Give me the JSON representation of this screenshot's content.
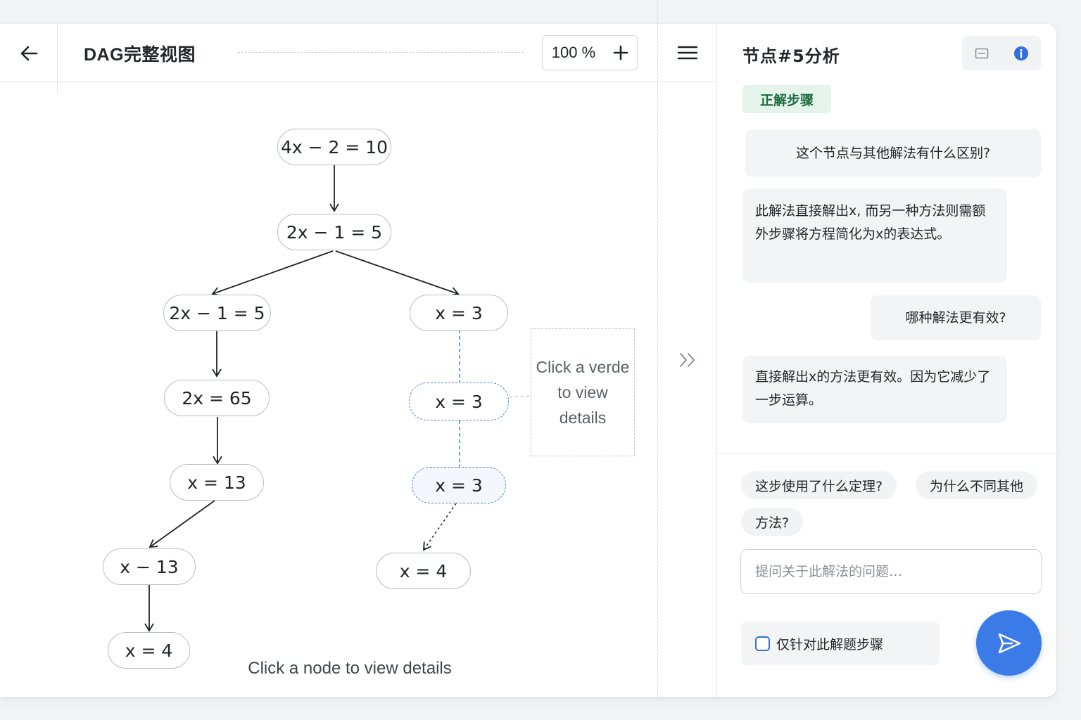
{
  "header": {
    "title": "DAG完整视图",
    "zoom": "100 %"
  },
  "graph": {
    "nodes": [
      {
        "id": "n1",
        "label": "4x − 2 = 10"
      },
      {
        "id": "n2",
        "label": "2x − 1 = 5"
      },
      {
        "id": "n3",
        "label": "2x − 1 = 5"
      },
      {
        "id": "n4",
        "label": "x = 3"
      },
      {
        "id": "n5",
        "label": "2x = 65"
      },
      {
        "id": "n6",
        "label": "x = 3"
      },
      {
        "id": "n7",
        "label": "x = 13"
      },
      {
        "id": "n8",
        "label": "x = 3"
      },
      {
        "id": "n9",
        "label": "x − 13"
      },
      {
        "id": "n10",
        "label": "x = 4"
      },
      {
        "id": "n11",
        "label": "x = 4"
      }
    ],
    "hint_box": "Click a verde to view details",
    "footer_hint": "Click a node to view details"
  },
  "panel": {
    "title": "节点#5分析",
    "tag": "正解步骤",
    "messages": [
      {
        "role": "user",
        "text": "这个节点与其他解法有什么区别?"
      },
      {
        "role": "assistant",
        "text": "此解法直接解出x, 而另一种方法则需额外步骤将方程简化为x的表达式。"
      },
      {
        "role": "user",
        "text": "哪种解法更有效?"
      },
      {
        "role": "assistant",
        "text": "直接解出x的方法更有效。因为它减少了一步运算。"
      }
    ],
    "suggestions": [
      "这步使用了什么定理?",
      "为什么不同其他",
      "方法?"
    ],
    "input_placeholder": "提问关于此解法的问题…",
    "checkbox_label": "仅针对此解题步骤"
  },
  "colors": {
    "accent": "#3b7be8",
    "dashed_node": "#4c84d9",
    "tag_bg": "#e4f4ea",
    "tag_text": "#1d6b3f"
  },
  "icons": [
    "back-arrow-icon",
    "plus-icon",
    "menu-icon",
    "expand-chevron-icon",
    "minimize-icon",
    "info-icon",
    "send-icon"
  ]
}
